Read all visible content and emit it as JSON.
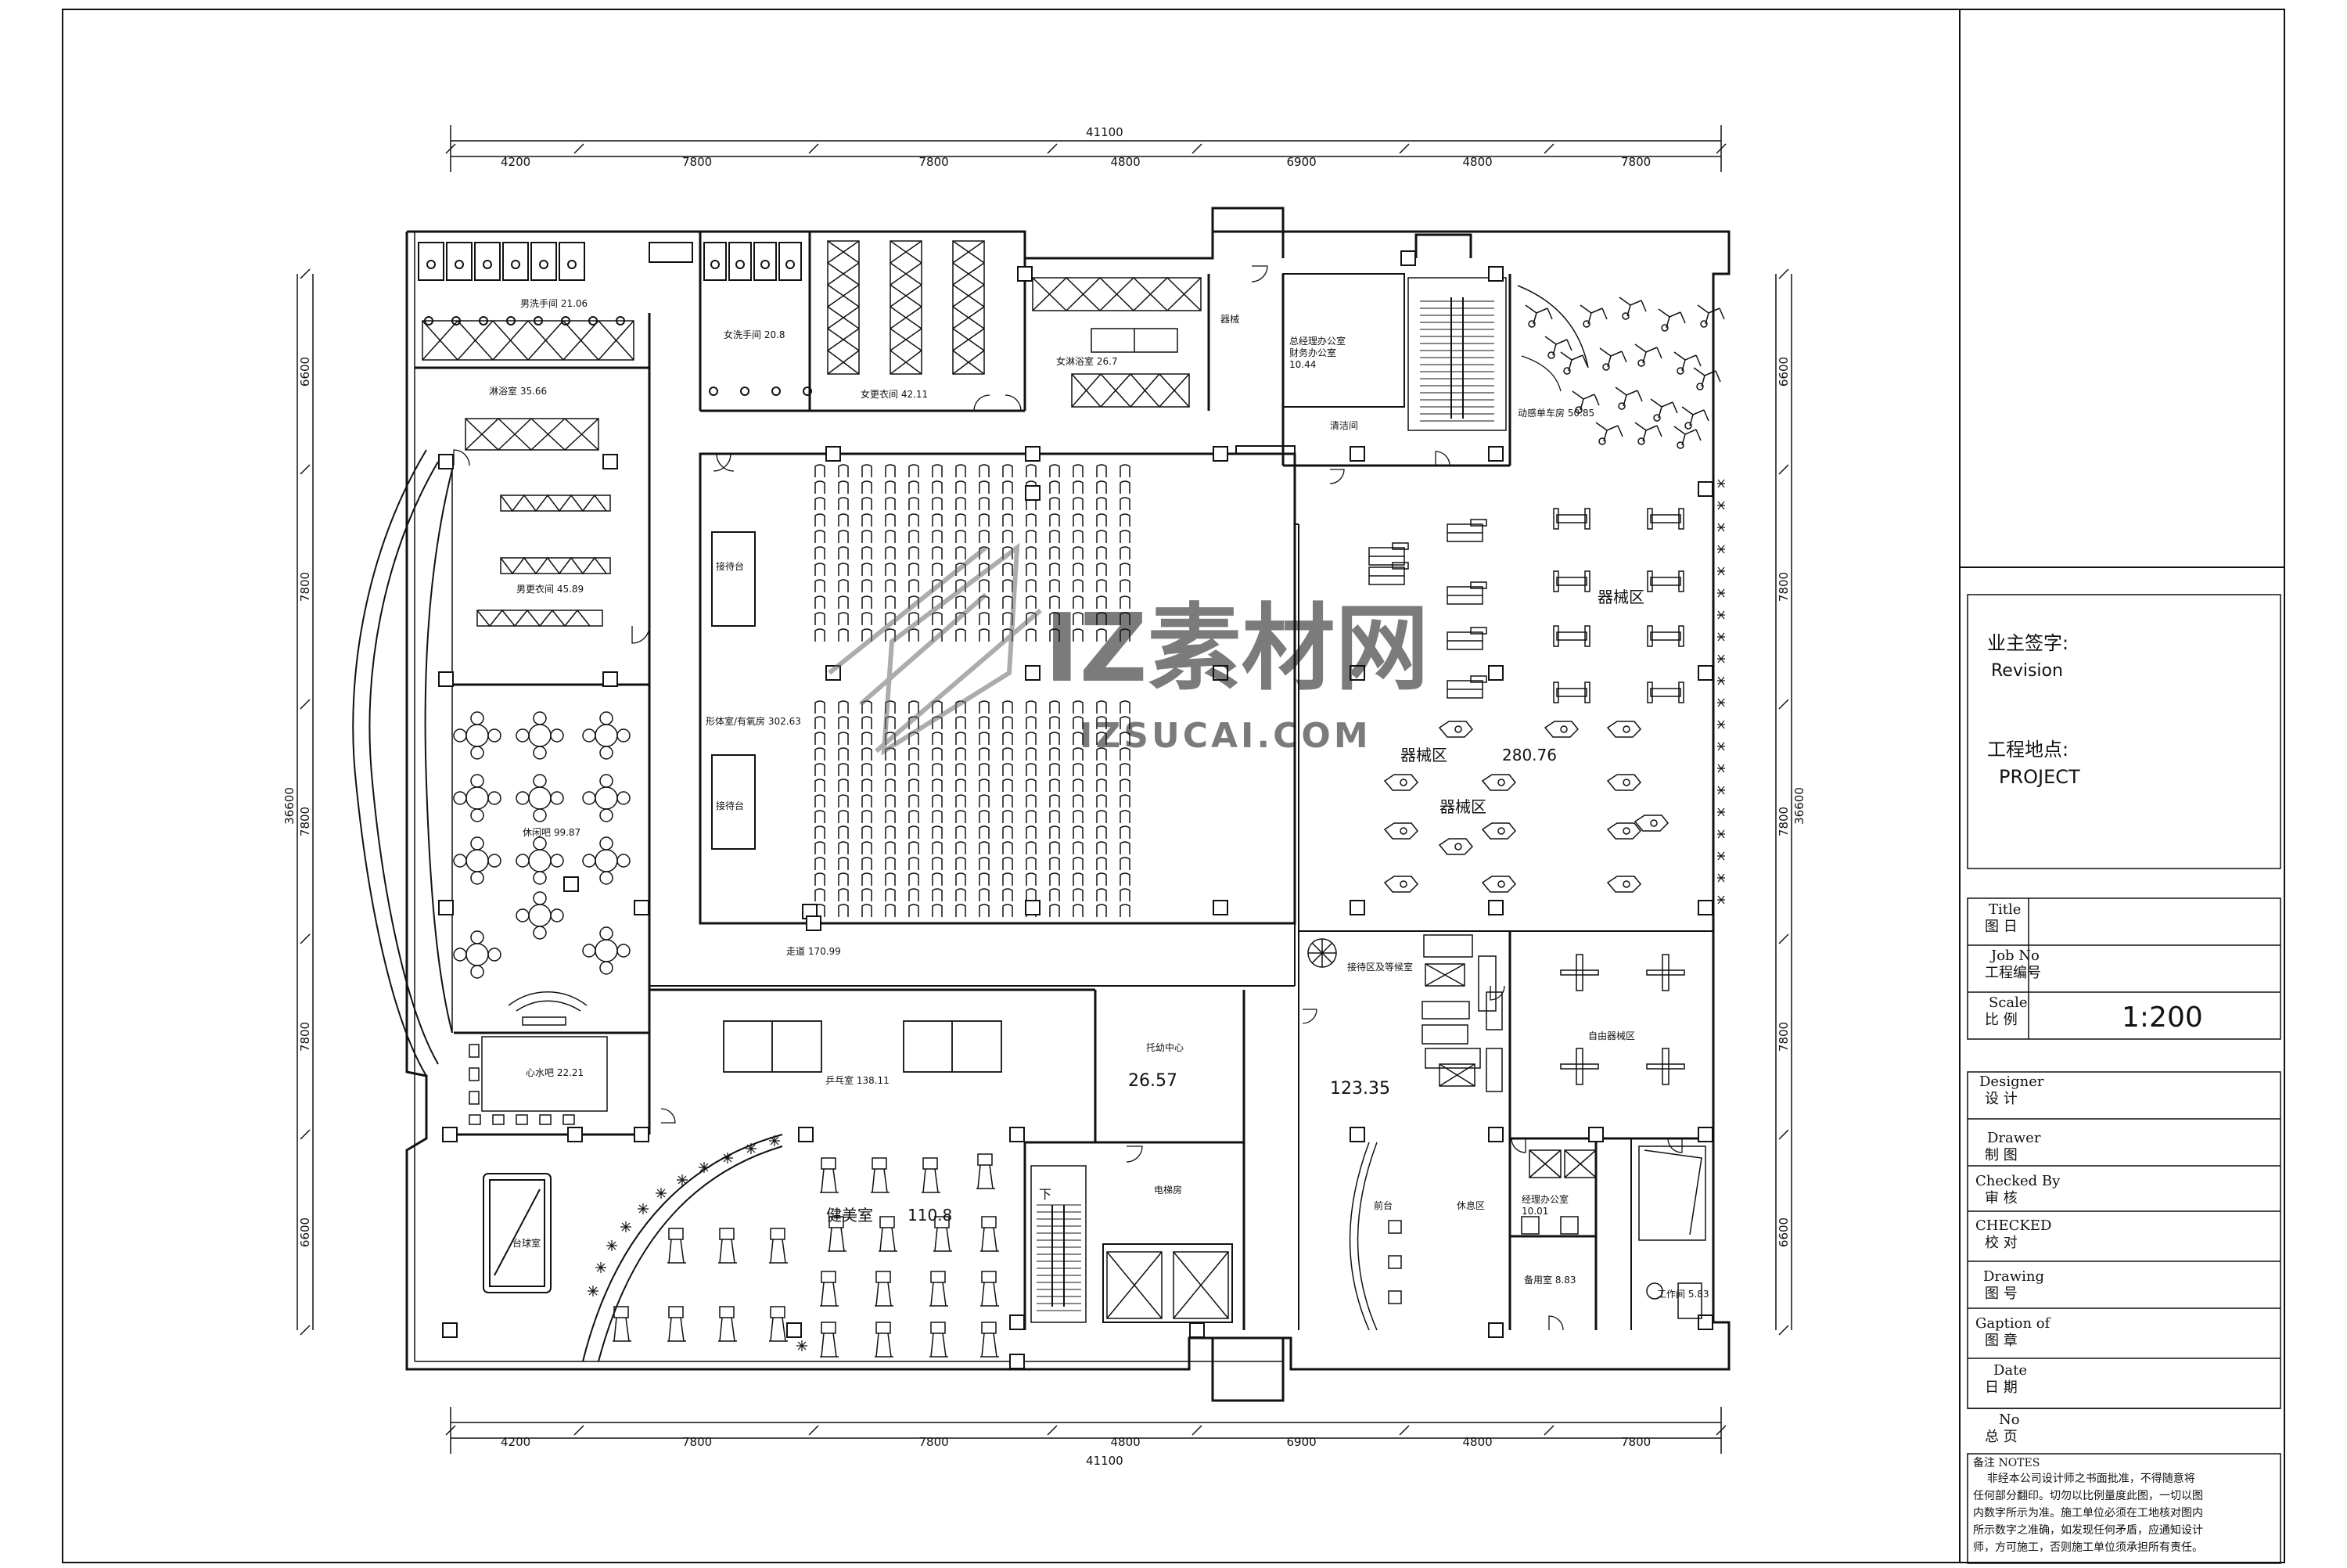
{
  "dimensions": {
    "total_width": "41100",
    "total_height": "36600",
    "top_segments": [
      "4200",
      "7800",
      "7800",
      "4800",
      "6900",
      "4800",
      "7800"
    ],
    "side_segments": [
      "6600",
      "7800",
      "7800",
      "7800",
      "6600"
    ]
  },
  "rooms": {
    "washroom_m": "男洗手间  21.06",
    "washroom_top": "淋浴室  35.66",
    "locker_f_small": "女洗手间  20.8",
    "locker_f": "女更衣间  42.11",
    "washroom_f": "女淋浴室  26.7",
    "locker_m": "男更衣间  45.89",
    "cleaning": "清洁间",
    "gm_office": "总经理办公室\n财务办公室\n10.44",
    "storage_top": "器械",
    "spinning": "动感单车房  50.85",
    "reception_desk_1": "接待台",
    "reception_desk_2": "接待台",
    "studio": "形体室/有氧房  302.63",
    "corridor": "走道  170.99",
    "equipment_1": "器械区",
    "equipment_2": "器械区",
    "equipment_3": "器械区",
    "equipment_area": "280.76",
    "bar": "休闲吧  99.87",
    "smoothie": "心水吧  22.21",
    "pingpong": "乒乓室  138.11",
    "kids": "托幼中心",
    "kids_area": "26.57",
    "lounge": "接待区及等候室",
    "lounge_area": "123.35",
    "free_weights": "自由器械区",
    "billiards": "台球室",
    "fitness": "健美室",
    "fitness_area": "110.8",
    "electrical": "电梯房",
    "stairs_down": "下",
    "front_desk": "前台",
    "waiting": "休息区",
    "manager": "经理办公室\n10.01",
    "storage": "备用室 8.83",
    "utility": "工作间 5.83"
  },
  "watermark": {
    "brand": "IZ素材网",
    "url": "IZSUCAI.COM"
  },
  "title_block": {
    "owner_sign": "业主签字:",
    "revision": "Revision",
    "project_location": "工程地点:",
    "project": "PROJECT",
    "title_en": "Title",
    "title_cn": "图  日",
    "job_en": "Job No",
    "job_cn": "工程编号",
    "scale_en": "Scale",
    "scale_cn": "比  例",
    "scale_value": "1:200",
    "designer_en": "Designer",
    "designer_cn": "设  计",
    "drawer_en": "Drawer",
    "drawer_cn": "制  图",
    "checked_en": "Checked By",
    "checked_cn": "审  核",
    "checked2_en": "CHECKED",
    "checked2_cn": "校  对",
    "drawing_en": "Drawing",
    "drawing_cn": "图  号",
    "caption_en": "Gaption of",
    "caption_cn": "图  章",
    "date_en": "Date",
    "date_cn": "日  期",
    "no_en": "No",
    "no_cn": "总  页",
    "notes_title": "备注  NOTES",
    "notes_lines": [
      "    非经本公司设计师之书面批准，不得随意将",
      "任何部分翻印。切勿以比例量度此图，一切以图",
      "内数字所示为准。施工单位必须在工地核对图内",
      "所示数字之准确，如发现任何矛盾，应通知设计",
      "师，方可施工，否则施工单位须承担所有责任。"
    ]
  }
}
